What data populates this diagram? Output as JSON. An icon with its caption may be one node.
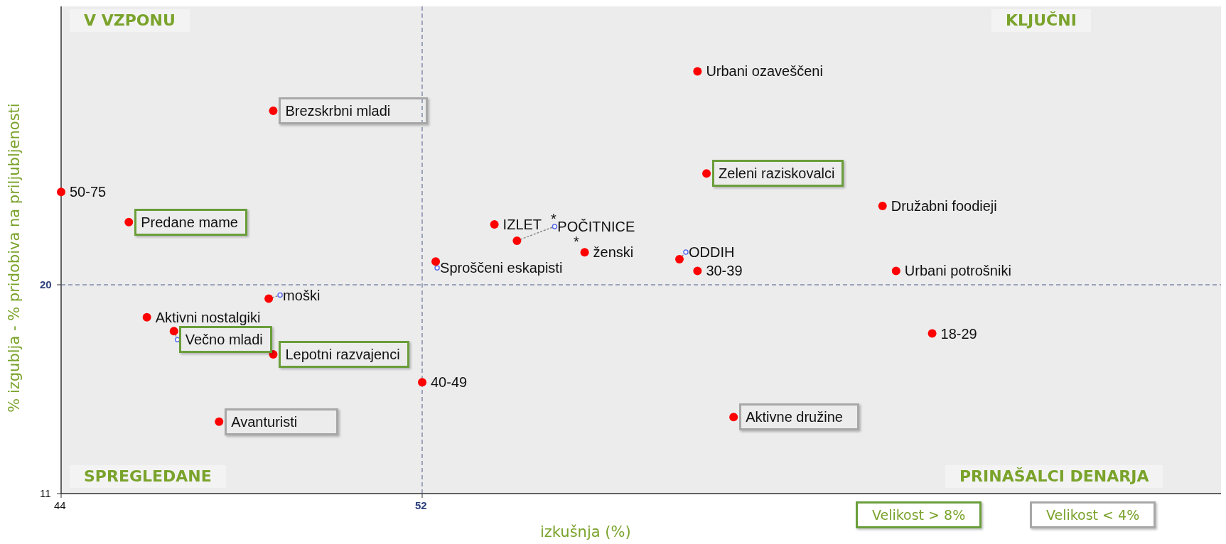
{
  "diagram": {
    "labels": [
      "V VZPONU",
      "KLJUČNI",
      "*",
      "*",
      "SPREGLEDANE",
      "PRINAŠALCI DENARJA"
    ],
    "legend": [
      {
        "text": "Velikost > 8%"
      },
      {
        "text": "Velikost < 4%"
      }
    ],
    "chart_data": {
      "type": "scatter",
      "xlabel": "izkušnja (%)",
      "ylabel": "% izgublja - % pridobiva na priljubljenosti",
      "x": [
        58.1,
        48.7,
        58.3,
        44.0,
        62.2,
        45.5,
        53.6,
        54.1,
        55.6,
        57.7,
        52.3,
        62.5,
        58.1,
        48.6,
        45.9,
        46.5,
        63.3,
        48.7,
        52.0,
        58.9,
        47.5
      ],
      "series": [
        {
          "color": "#ff0000",
          "values": [
            29.2,
            27.5,
            24.8,
            24.0,
            23.4,
            22.7,
            22.6,
            21.9,
            21.4,
            21.1,
            21.0,
            20.6,
            20.6,
            19.4,
            18.6,
            18.0,
            17.9,
            17.0,
            15.8,
            14.3,
            14.1
          ]
        }
      ],
      "annotations": [
        "Urbani ozaveščeni",
        "Brezskrbni mladi",
        "Zeleni raziskovalci",
        "50-75",
        "Družabni foodieji",
        "Predane mame",
        "IZLET",
        "POČITNICE",
        "ženski",
        "ODDIH",
        "Sproščeni eskapisti",
        "Urbani potrošniki",
        "30-39",
        "moški",
        "Aktivni nostalgiki",
        "Večno mladi",
        "18-29",
        "Lepotni razvajenci",
        "40-49",
        "Aktivne družine",
        "Avanturisti"
      ],
      "xlim": [
        44,
        69.7
      ],
      "ylim": [
        11,
        32
      ],
      "xticks": [
        44,
        52
      ],
      "yticks": [
        11,
        20
      ]
    }
  }
}
